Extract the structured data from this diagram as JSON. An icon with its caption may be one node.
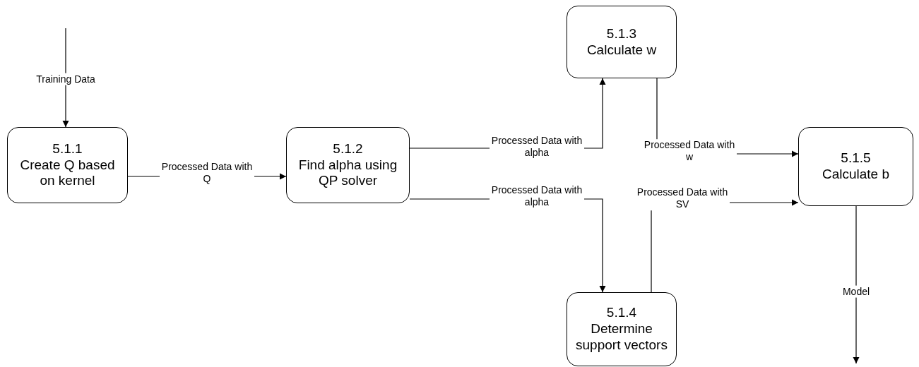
{
  "diagram": {
    "nodes": [
      {
        "text": [
          "5.1.1",
          "Create Q based on kernel"
        ]
      },
      {
        "text": [
          "5.1.2",
          "Find alpha using QP solver"
        ]
      },
      {
        "text": [
          "5.1.3",
          "Calculate w"
        ]
      },
      {
        "text": [
          "5.1.4",
          "Determine support vectors"
        ]
      },
      {
        "text": [
          "5.1.5",
          "Calculate b"
        ]
      }
    ],
    "edges": [
      {
        "from": null,
        "to": 0,
        "arrow": "to",
        "label": "Training Data"
      },
      {
        "from": 0,
        "to": 1,
        "arrow": "to",
        "label": "Processed Data with Q"
      },
      {
        "from": 1,
        "to": 2,
        "arrow": "to",
        "label": "Processed Data with alpha"
      },
      {
        "from": 1,
        "to": 3,
        "arrow": "to",
        "label": "Processed Data with alpha"
      },
      {
        "from": 2,
        "to": 4,
        "arrow": "to",
        "label": "Processed Data with w"
      },
      {
        "from": 3,
        "to": 4,
        "arrow": "to",
        "label": "Processed Data with SV"
      },
      {
        "from": 4,
        "to": null,
        "arrow": "to",
        "label": "Model"
      }
    ]
  }
}
